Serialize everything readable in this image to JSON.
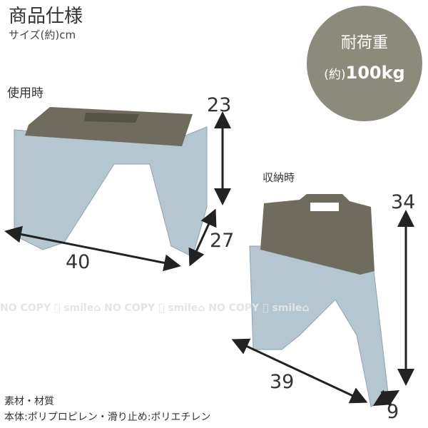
{
  "title": "商品仕様",
  "size_label": "サイズ(約)cm",
  "in_use_label": "使用時",
  "folded_label": "収納時",
  "load_badge": {
    "label": "耐荷重",
    "prefix": "(約)",
    "value": "100kg"
  },
  "dimensions": {
    "use_height": "23",
    "use_depth": "27",
    "use_width": "40",
    "folded_height": "34",
    "folded_width": "39",
    "folded_depth": "9"
  },
  "watermark": "NO COPY ⃠ smile⌂ NO COPY ⃠ smile⌂ NO COPY ⃠ smile⌂",
  "materials": {
    "heading": "素材・材質",
    "text": "本体:ポリプロピレン・滑り止め:ポリエチレン"
  },
  "colors": {
    "top": "#6f6b5d",
    "body": "#b4c6cf",
    "badge": "#8c8a7b"
  }
}
